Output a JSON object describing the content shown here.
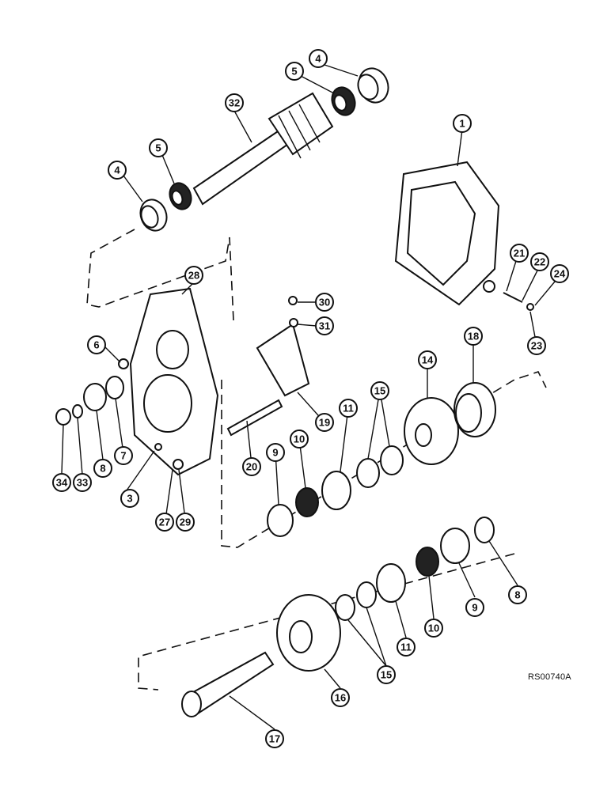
{
  "reference_code": "RS00740A",
  "callouts": [
    {
      "label": "4"
    },
    {
      "label": "5"
    },
    {
      "label": "32"
    },
    {
      "label": "5"
    },
    {
      "label": "4"
    },
    {
      "label": "1"
    },
    {
      "label": "28"
    },
    {
      "label": "30"
    },
    {
      "label": "31"
    },
    {
      "label": "21"
    },
    {
      "label": "22"
    },
    {
      "label": "24"
    },
    {
      "label": "23"
    },
    {
      "label": "6"
    },
    {
      "label": "18"
    },
    {
      "label": "14"
    },
    {
      "label": "15"
    },
    {
      "label": "11"
    },
    {
      "label": "19"
    },
    {
      "label": "10"
    },
    {
      "label": "9"
    },
    {
      "label": "20"
    },
    {
      "label": "34"
    },
    {
      "label": "33"
    },
    {
      "label": "8"
    },
    {
      "label": "7"
    },
    {
      "label": "3"
    },
    {
      "label": "27"
    },
    {
      "label": "29"
    },
    {
      "label": "8"
    },
    {
      "label": "9"
    },
    {
      "label": "10"
    },
    {
      "label": "11"
    },
    {
      "label": "15"
    },
    {
      "label": "16"
    },
    {
      "label": "17"
    }
  ]
}
